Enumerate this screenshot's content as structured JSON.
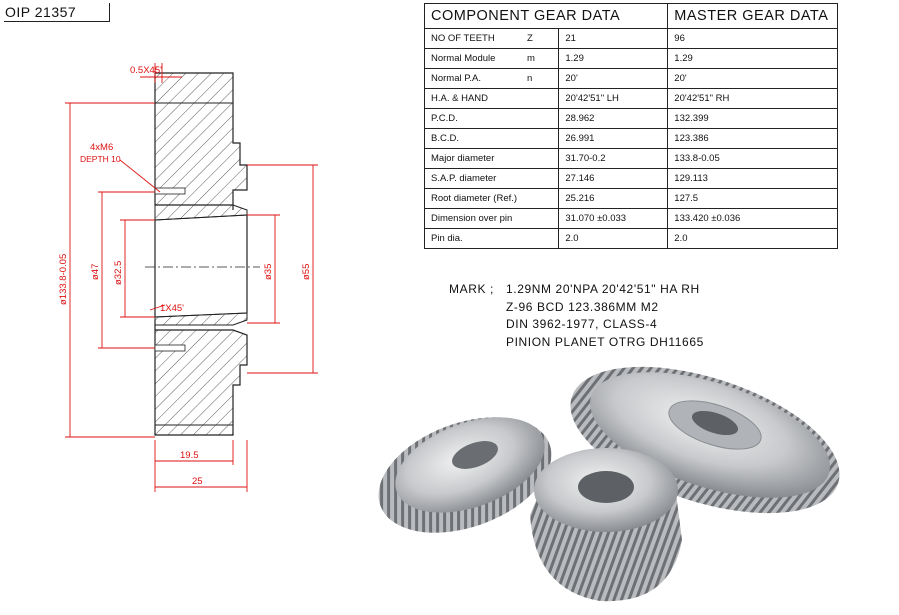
{
  "drawing_number": "OIP 21357",
  "dimensions": {
    "chamfer_top": "0.5X45'",
    "tapped_holes": "4xM6",
    "tapped_depth": "DEPTH 10",
    "outer_diameter": "ø133.8-0.05",
    "bolt_circle": "ø47",
    "bore": "ø32.5",
    "hub_bore": "ø35",
    "hub_diameter": "ø55",
    "chamfer_bore": "1X45'",
    "face_width": "19.5",
    "overall_width": "25"
  },
  "table": {
    "headers": {
      "component": "COMPONENT GEAR DATA",
      "master": "MASTER GEAR DATA"
    },
    "rows": [
      {
        "label": "NO OF TEETH",
        "symbol": "Z",
        "component": "21",
        "master": "96"
      },
      {
        "label": "Normal Module",
        "symbol": "m",
        "component": "1.29",
        "master": "1.29"
      },
      {
        "label": "Normal P.A.",
        "symbol": "n",
        "component": "20'",
        "master": "20'"
      },
      {
        "label": "H.A. & HAND",
        "symbol": "",
        "component": "20'42'51\" LH",
        "master": "20'42'51\" RH"
      },
      {
        "label": "P.C.D.",
        "symbol": "",
        "component": "28.962",
        "master": "132.399"
      },
      {
        "label": "B.C.D.",
        "symbol": "",
        "component": "26.991",
        "master": "123.386"
      },
      {
        "label": "Major diameter",
        "symbol": "",
        "component": "31.70-0.2",
        "master": "133.8-0.05"
      },
      {
        "label": "S.A.P. diameter",
        "symbol": "",
        "component": "27.146",
        "master": "129.113"
      },
      {
        "label": "Root diameter (Ref.)",
        "symbol": "",
        "component": "25.216",
        "master": "127.5"
      },
      {
        "label": "Dimension over pin",
        "symbol": "",
        "component": "31.070  ±0.033",
        "master": "133.420  ±0.036"
      },
      {
        "label": "Pin dia.",
        "symbol": "",
        "component": "2.0",
        "master": "2.0"
      }
    ]
  },
  "marking": {
    "prefix": "MARK ;",
    "line1": "1.29NM 20'NPA 20'42'51\" HA RH",
    "line2": "Z-96 BCD 123.386MM M2",
    "line3": "DIN 3962-1977, CLASS-4",
    "line4": "PINION PLANET OTRG DH11665"
  }
}
